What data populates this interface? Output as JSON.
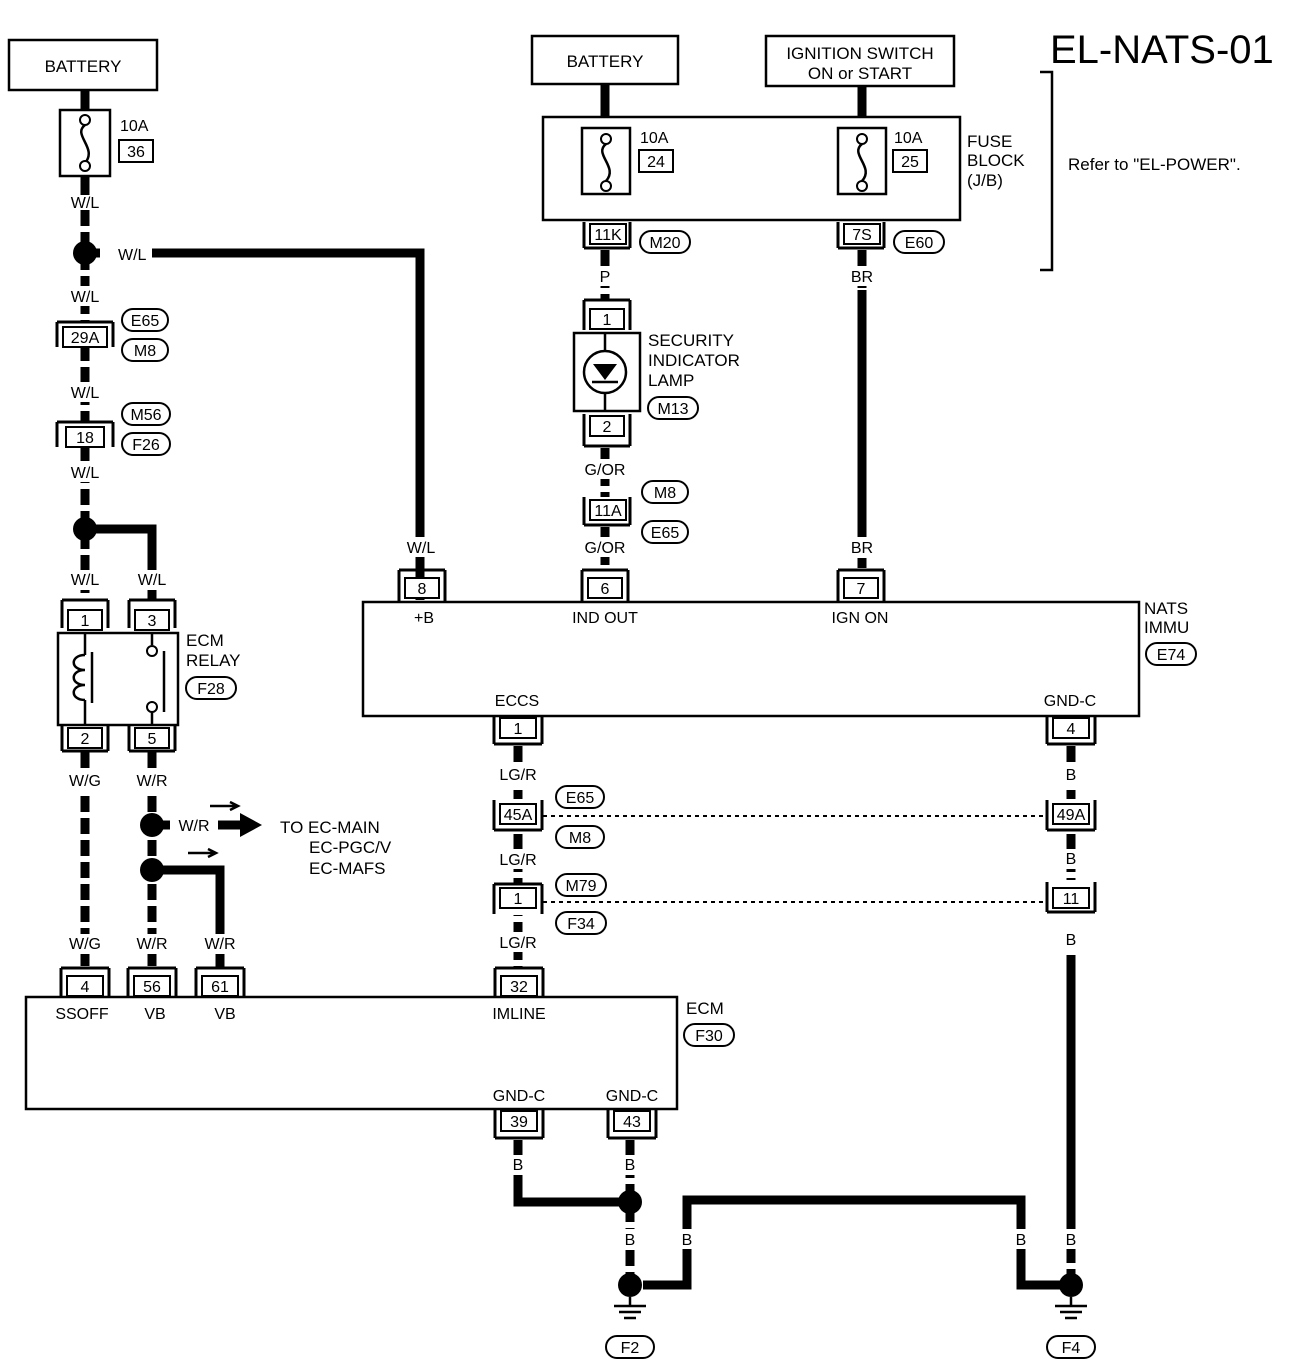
{
  "title": "EL-NATS-01",
  "battery1": "BATTERY",
  "battery2": "BATTERY",
  "ignition": {
    "line1": "IGNITION SWITCH",
    "line2": "ON or START"
  },
  "fuse36": {
    "rating": "10A",
    "number": "36"
  },
  "fuse24": {
    "rating": "10A",
    "number": "24"
  },
  "fuse25": {
    "rating": "10A",
    "number": "25"
  },
  "fuse_block": {
    "line1": "FUSE",
    "line2": "BLOCK",
    "line3": "(J/B)"
  },
  "refer": "Refer to \"EL-POWER\".",
  "wires": {
    "wl": "W/L",
    "wg": "W/G",
    "wr": "W/R",
    "p": "P",
    "gor": "G/OR",
    "br": "BR",
    "lgr": "LG/R",
    "b": "B"
  },
  "connectors": {
    "c29a": "29A",
    "c18": "18",
    "c11k": "11K",
    "c7s": "7S",
    "c11a": "11A",
    "c45a": "45A",
    "c49a": "49A",
    "c1": "1",
    "c11": "11"
  },
  "refs": {
    "e65": "E65",
    "m8": "M8",
    "m56": "M56",
    "f26": "F26",
    "m20": "M20",
    "e60": "E60",
    "m13": "M13",
    "f28": "F28",
    "e74": "E74",
    "m79": "M79",
    "f34": "F34",
    "f30": "F30",
    "f2": "F2",
    "f4": "F4"
  },
  "lamp": {
    "line1": "SECURITY",
    "line2": "INDICATOR",
    "line3": "LAMP",
    "pin1": "1",
    "pin2": "2"
  },
  "relay": {
    "line1": "ECM",
    "line2": "RELAY",
    "pin1": "1",
    "pin2": "2",
    "pin3": "3",
    "pin5": "5"
  },
  "to_ec": {
    "line1": "TO EC-MAIN",
    "line2": "EC-PGC/V",
    "line3": "EC-MAFS"
  },
  "nats": {
    "line1": "NATS",
    "line2": "IMMU",
    "pins": {
      "p8": "8",
      "p6": "6",
      "p7": "7",
      "p1": "1",
      "p4": "4"
    },
    "labels": {
      "b": "+B",
      "ind": "IND OUT",
      "ign": "IGN ON",
      "eccs": "ECCS",
      "gnd": "GND-C"
    }
  },
  "ecm": {
    "name": "ECM",
    "pins": {
      "p4": "4",
      "p56": "56",
      "p61": "61",
      "p32": "32",
      "p39": "39",
      "p43": "43"
    },
    "labels": {
      "ssoff": "SSOFF",
      "vb1": "VB",
      "vb2": "VB",
      "imline": "IMLINE",
      "gnd1": "GND-C",
      "gnd2": "GND-C"
    }
  }
}
